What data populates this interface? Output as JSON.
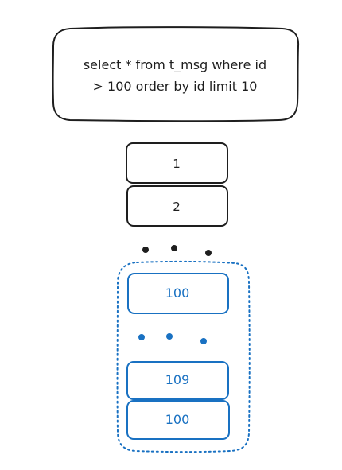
{
  "query": {
    "line1": "select * from t_msg where id",
    "line2": "> 100 order by id limit 10"
  },
  "rows_scanned": [
    "1",
    "2"
  ],
  "rows_returned": [
    "100",
    "109",
    "100"
  ],
  "colors": {
    "stroke": "#1e1e1e",
    "accent": "#1971c2",
    "background": "#ffffff"
  }
}
